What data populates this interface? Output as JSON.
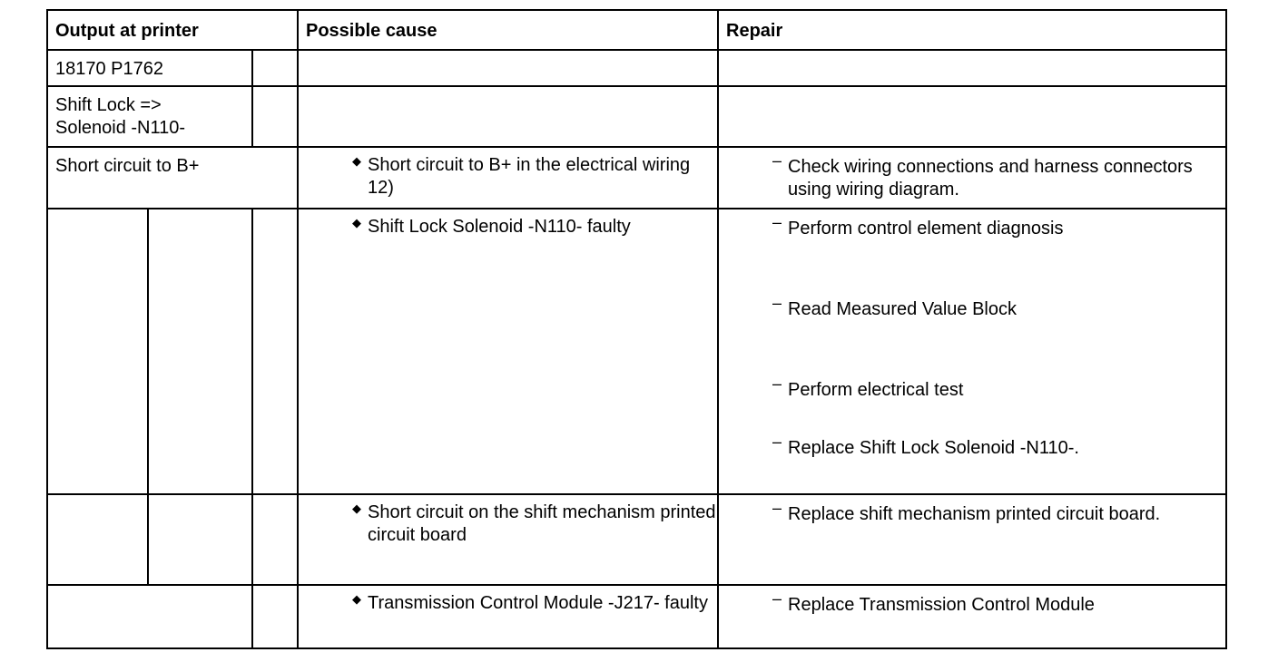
{
  "header": {
    "output": "Output at printer",
    "cause": "Possible cause",
    "repair": "Repair"
  },
  "rows": [
    {
      "output": "18170 P1762"
    },
    {
      "output_line1": "Shift Lock =>",
      "output_line2": "Solenoid -N110-"
    },
    {
      "output": "Short circuit to B+",
      "cause": "Short circuit to B+ in the electrical wiring 12)",
      "repair": "Check wiring connections and harness connectors using wiring diagram."
    },
    {
      "cause": "Shift Lock Solenoid -N110- faulty",
      "repairs": [
        "Perform control element diagnosis",
        "Read Measured Value Block",
        "Perform electrical test",
        "Replace Shift Lock Solenoid -N110-."
      ]
    },
    {
      "cause": "Short circuit on the shift mechanism printed circuit board",
      "repair": "Replace shift mechanism printed circuit board."
    },
    {
      "cause": "Transmission Control Module -J217- faulty",
      "repair": "Replace Transmission Control Module"
    }
  ],
  "symbols": {
    "bullet": "◆",
    "dash": "–"
  }
}
